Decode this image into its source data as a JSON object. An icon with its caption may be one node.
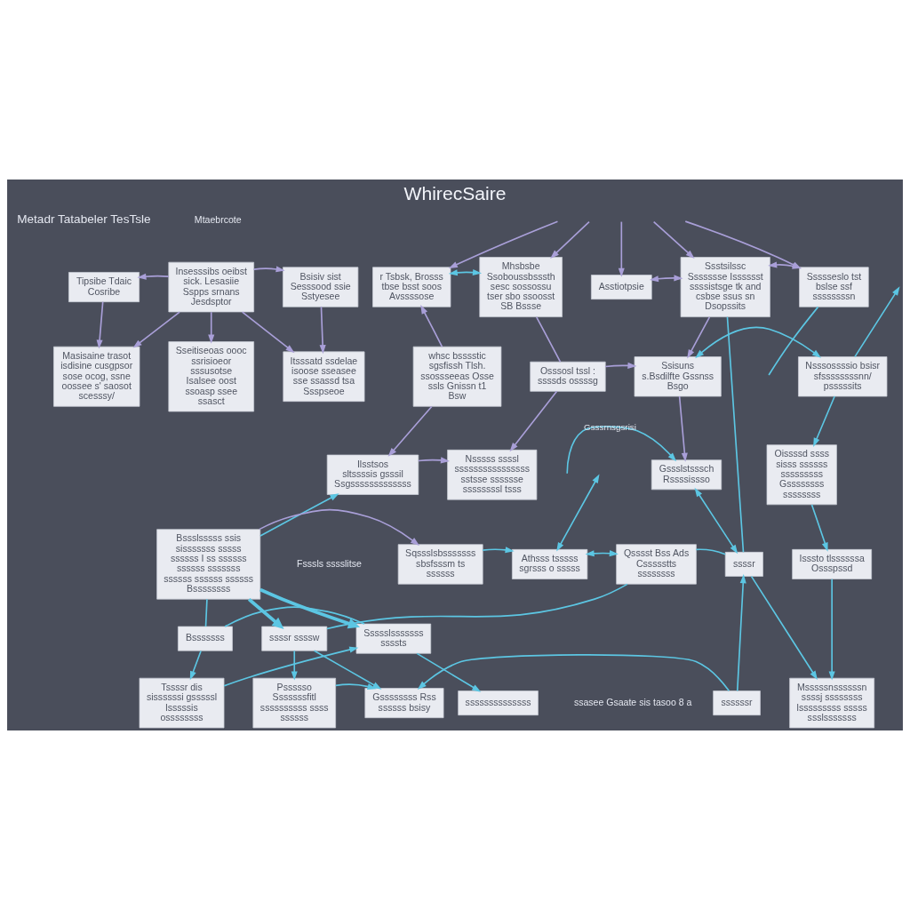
{
  "diagram": {
    "title": "WhirecSaire",
    "nodes": [
      {
        "text": [
          "Tipsibe Tdaic Cosribe"
        ]
      },
      {
        "text": [
          "Insesssibs oeibst sick. Lesasiie Sspps srnans Jesdsptor"
        ]
      },
      {
        "text": [
          "Bsisiv sist Sesssood ssie Sstyesee"
        ]
      },
      {
        "text": [
          "Masisaine trasot isdisine cusgpsor sose ocog, ssne oossee s' saosot scesssy/"
        ]
      },
      {
        "text": [
          "Sseitiseoas oooc ssrisioeor sssusotse",
          "Isalsee oost ssoasp ssee ssasct"
        ]
      },
      {
        "text": [
          "Itsssatd ssdelae isoose sseasee sse ssassd tsa Ssspseoe"
        ]
      },
      {
        "text": [
          "r Tsbsk, Brosss tbse bsst soos Avssssose"
        ]
      },
      {
        "text": [
          "Mhsbsbe Ssoboussbsssth sesc sossossu tser sbo ssoosst SB Bssse"
        ]
      },
      {
        "text": [
          "Asstiotpsie"
        ]
      },
      {
        "text": [
          "Ssstsilssc Ssssssse Isssssst ssssistsge tk and csbse ssus sn Dsopssits"
        ]
      },
      {
        "text": [
          "Ssssseslo tst bslse ssf ssssssssn"
        ]
      },
      {
        "text": [
          "whsc bsssstic sgsfissh Tlsh. ssossseeas Osse ssls Gnissn t1 Bsw"
        ]
      },
      {
        "text": [
          "Osssosl tssl : ssssds ossssg"
        ]
      },
      {
        "text": [
          "Ssisuns s.Bsdilfte Gssnss Bsgo"
        ]
      },
      {
        "text": [
          "Nsssossssio bsisr sfssssssssnn/ psssssits"
        ]
      },
      {
        "text": [
          "Ilsstsos sltssssis gsssil Ssgsssssssssssss"
        ]
      },
      {
        "text": [
          "Nsssss ssssl ssssssssssssssss sstsse sssssse ssssssssl tsss"
        ]
      },
      {
        "text": [
          "Gssslstsssch Rssssissso"
        ]
      },
      {
        "text": [
          "Oissssd ssss sisss ssssss sssssssss Gssssssss ssssssss"
        ]
      },
      {
        "text": [
          "Bssslsssss ssis sisssssss sssss ssssss I ss ssssss ssssss sssssss ssssss ssssss ssssss Bssssssss"
        ]
      },
      {
        "text": [
          "Sqssslsbsssssss sbsfsssm ts ssssss"
        ]
      },
      {
        "text": [
          "Athsss tsssss sgrsss o sssss"
        ]
      },
      {
        "text": [
          "Qsssst Bss Ads Cssssstts ssssssss"
        ]
      },
      {
        "text": [
          "ssssr"
        ]
      },
      {
        "text": [
          "Isssto tlssssssa Ossspssd"
        ]
      },
      {
        "text": [
          "Bsssssss"
        ]
      },
      {
        "text": [
          "ssssr ssssw"
        ]
      },
      {
        "text": [
          "Ssssslsssssss ssssts"
        ]
      },
      {
        "text": [
          "Tssssr dis sissssssi gsssssl lsssssis ossssssss"
        ]
      },
      {
        "text": [
          "Pssssso Sssssssfitl ssssssssss ssss ssssss"
        ]
      },
      {
        "text": [
          "Gssssssss Rss ssssss bsisy"
        ]
      },
      {
        "text": [
          "ssssssr"
        ]
      },
      {
        "text": [
          "Msssssnssssssn ssssj ssssssss lsssssssss sssss ssslsssssss"
        ]
      },
      {
        "text": [
          "ssssssssssssss"
        ]
      }
    ],
    "edges": [
      {
        "from": 1,
        "to": 0,
        "arrow": "to",
        "color": "#a99fd8"
      },
      {
        "from": 1,
        "to": 2,
        "arrow": "to",
        "color": "#a99fd8"
      },
      {
        "from": 0,
        "to": 3,
        "arrow": "to",
        "color": "#a99fd8"
      },
      {
        "from": 1,
        "to": 3,
        "arrow": "to",
        "color": "#a99fd8"
      },
      {
        "from": 1,
        "to": 4,
        "arrow": "to",
        "color": "#a99fd8"
      },
      {
        "from": 1,
        "to": 5,
        "arrow": "to",
        "color": "#a99fd8"
      },
      {
        "from": 2,
        "to": 5,
        "arrow": "to",
        "color": "#a99fd8"
      },
      {
        "from": null,
        "to": 6,
        "arrow": "to",
        "color": "#a99fd8"
      },
      {
        "from": null,
        "to": 7,
        "arrow": "to",
        "color": "#a99fd8"
      },
      {
        "from": null,
        "to": 8,
        "arrow": "to",
        "color": "#a99fd8"
      },
      {
        "from": null,
        "to": 9,
        "arrow": "to",
        "color": "#a99fd8"
      },
      {
        "from": null,
        "to": 10,
        "arrow": "to",
        "color": "#a99fd8"
      },
      {
        "from": 7,
        "to": 6,
        "arrow": "both"
      },
      {
        "from": 8,
        "to": 9,
        "arrow": "both",
        "color": "#a99fd8"
      },
      {
        "from": 9,
        "to": 10,
        "arrow": "both",
        "color": "#a99fd8"
      },
      {
        "from": 11,
        "to": 6,
        "arrow": "to",
        "color": "#a99fd8"
      },
      {
        "from": 7,
        "to": 12,
        "arrow": "none",
        "color": "#a99fd8"
      },
      {
        "from": 12,
        "to": 13,
        "arrow": "to",
        "color": "#a99fd8"
      },
      {
        "from": 9,
        "to": 13,
        "arrow": "to",
        "color": "#a99fd8"
      },
      {
        "from": 13,
        "to": 14,
        "arrow": "both"
      },
      {
        "from": 14,
        "to": null,
        "arrow": "to"
      },
      {
        "from": 11,
        "to": 15,
        "arrow": "to",
        "color": "#a99fd8"
      },
      {
        "from": 15,
        "to": 16,
        "arrow": "to",
        "color": "#a99fd8"
      },
      {
        "from": 12,
        "to": 16,
        "arrow": "to",
        "color": "#a99fd8"
      },
      {
        "from": 13,
        "to": 17,
        "arrow": "to",
        "color": "#a99fd8"
      },
      {
        "from": null,
        "to": 17,
        "arrow": "to",
        "label": "Gsssrnsgsrisi"
      },
      {
        "from": 17,
        "to": 23,
        "arrow": "both"
      },
      {
        "from": 9,
        "to": 23,
        "arrow": "none"
      },
      {
        "from": 10,
        "to": null,
        "arrow": "none"
      },
      {
        "from": 14,
        "to": 18,
        "arrow": "to"
      },
      {
        "from": 18,
        "to": 24,
        "arrow": "to"
      },
      {
        "from": 19,
        "to": 15,
        "arrow": "to"
      },
      {
        "from": 19,
        "to": 20,
        "arrow": "to",
        "color": "#a99fd8"
      },
      {
        "from": 20,
        "to": 21,
        "arrow": "to"
      },
      {
        "from": 21,
        "to": null,
        "arrow": "both"
      },
      {
        "from": 21,
        "to": 22,
        "arrow": "both"
      },
      {
        "from": 22,
        "to": 23,
        "arrow": "none"
      },
      {
        "from": 24,
        "to": 32,
        "arrow": "to"
      },
      {
        "from": 23,
        "to": 32,
        "arrow": "to"
      },
      {
        "from": 31,
        "to": 23,
        "arrow": "to"
      },
      {
        "from": 22,
        "to": 26,
        "arrow": "none"
      },
      {
        "from": 19,
        "to": 25,
        "arrow": "none"
      },
      {
        "from": 19,
        "to": 27,
        "arrow": "to",
        "style": "thick"
      },
      {
        "from": 19,
        "to": 26,
        "arrow": "to",
        "style": "thick"
      },
      {
        "from": 25,
        "to": 27,
        "arrow": "none"
      },
      {
        "from": 25,
        "to": 28,
        "arrow": "to"
      },
      {
        "from": 28,
        "to": 27,
        "arrow": "to"
      },
      {
        "from": 27,
        "to": 33,
        "arrow": "to"
      },
      {
        "from": 26,
        "to": 29,
        "arrow": "to"
      },
      {
        "from": 26,
        "to": 30,
        "arrow": "to"
      },
      {
        "from": 29,
        "to": 30,
        "arrow": "to"
      },
      {
        "from": 31,
        "to": 30,
        "arrow": "to"
      }
    ],
    "labels": [
      "Metadr Tatabeler TesTsle",
      "Mtaebrcote",
      "Fsssls sssslitse",
      "ssasee Gsaate sis tasoo 8 a"
    ]
  }
}
